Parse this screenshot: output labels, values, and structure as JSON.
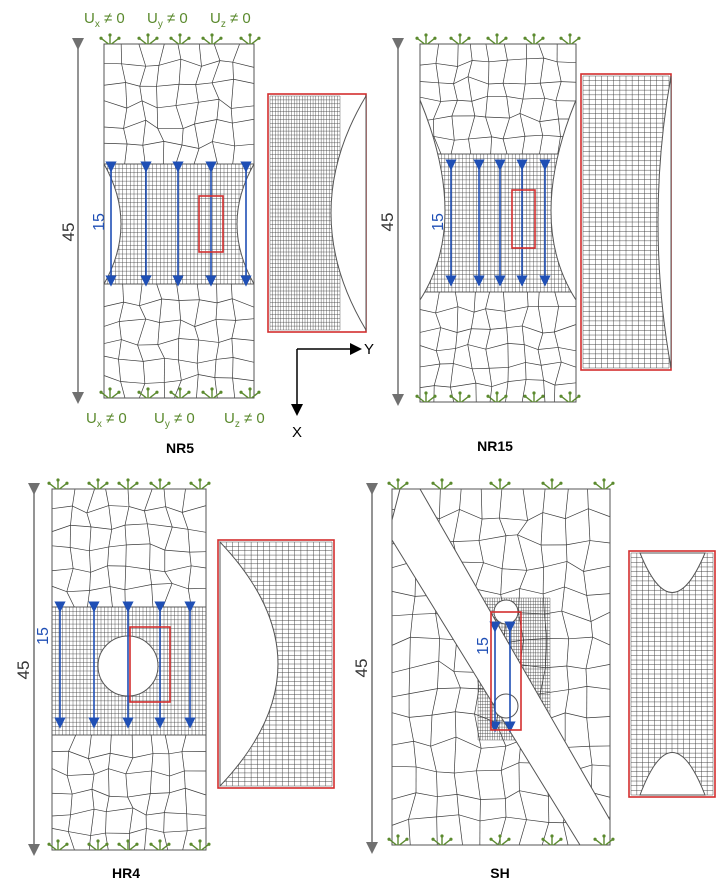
{
  "colors": {
    "mesh": "#3a3a3a",
    "gray_dim": "#707070",
    "blue_dim": "#1f4fb5",
    "red_box": "#d32f2f",
    "green_bc": "#5b8a2e"
  },
  "bc_labels": {
    "ux": "Ux ≠ 0",
    "uy": "Uy ≠ 0",
    "uz": "Uz ≠ 0",
    "top": "Ux ≠ 0   Uy ≠ 0   Uz ≠ 0",
    "bottom": "Ux ≠ 0   Uy ≠ 0   Uz ≠ 0"
  },
  "axes": {
    "y": "Y",
    "x": "X"
  },
  "panels": [
    {
      "id": "nr5",
      "title": "NR5",
      "length_label": "45",
      "gauge_label": "15",
      "shape": "notch"
    },
    {
      "id": "nr15",
      "title": "NR15",
      "length_label": "45",
      "gauge_label": "15",
      "shape": "notch-wide"
    },
    {
      "id": "hr4",
      "title": "HR4",
      "length_label": "45",
      "gauge_label": "15",
      "shape": "hole"
    },
    {
      "id": "sh",
      "title": "SH",
      "length_label": "45",
      "gauge_label": "15",
      "shape": "shear"
    }
  ]
}
